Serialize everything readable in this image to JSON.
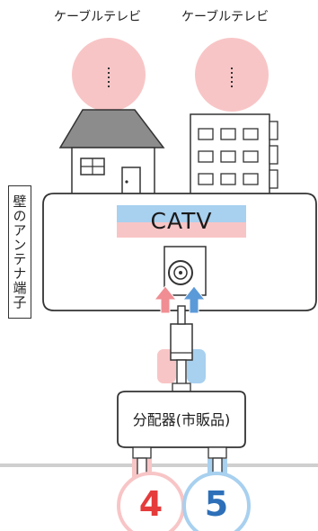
{
  "services": [
    {
      "label": "ケーブルテレビ"
    },
    {
      "label": "ケーブルテレビ"
    }
  ],
  "wall": {
    "label": "壁のアンテナ端子",
    "outlet_label": "CATV"
  },
  "splitter": {
    "label": "分配器(市販品)"
  },
  "channels": [
    {
      "number": "4"
    },
    {
      "number": "5"
    }
  ],
  "colors": {
    "pink": "#f4a9ad",
    "pink_light": "#f8c5c6",
    "blue": "#7db8e8",
    "blue_light": "#a8d0ef",
    "red_text": "#e53b3b",
    "blue_text": "#2d6fb8",
    "house_roof": "#8a8a8a",
    "outline": "#333333"
  },
  "icons": [
    "house-icon",
    "apartment-icon",
    "coax-outlet-icon",
    "arrow-up-icon"
  ]
}
